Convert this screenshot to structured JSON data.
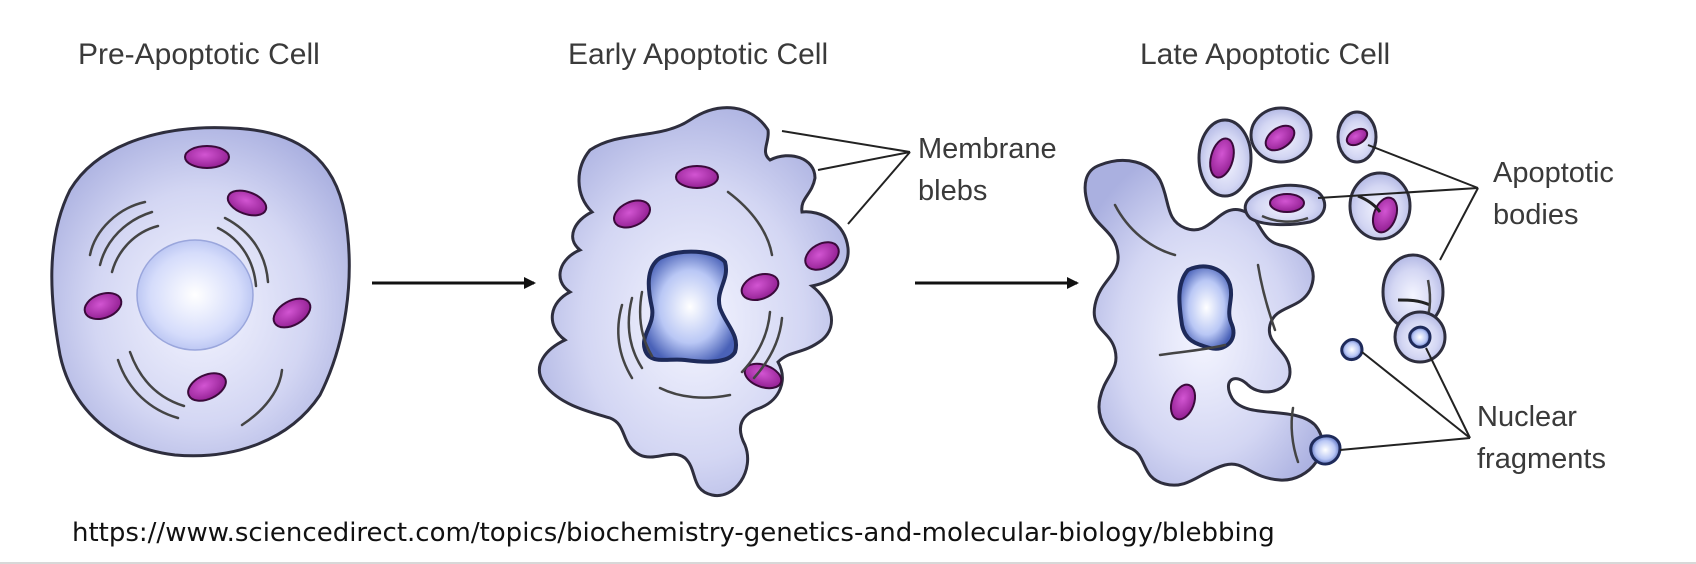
{
  "titles": {
    "pre": "Pre-Apoptotic Cell",
    "early": "Early Apoptotic Cell",
    "late": "Late Apoptotic Cell"
  },
  "labels": {
    "membrane_line1": "Membrane",
    "membrane_line2": "blebs",
    "apoptotic_line1": "Apoptotic",
    "apoptotic_line2": "bodies",
    "nuclear_line1": "Nuclear",
    "nuclear_line2": "fragments"
  },
  "source_url": "https://www.sciencedirect.com/topics/biochemistry-genetics-and-molecular-biology/blebbing",
  "colors": {
    "cytoplasm": "#c3c6ec",
    "outline": "#2e2e3e",
    "mitochondria": "#b02ab0",
    "nucleus": "#e8ecff",
    "nucleus_edge": "#6c7ec8"
  }
}
